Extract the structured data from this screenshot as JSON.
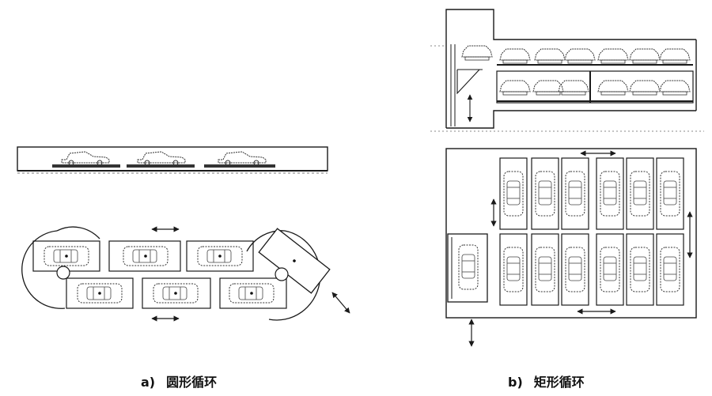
{
  "captions": {
    "a_letter": "a)",
    "a_title": "圆形循环",
    "b_letter": "b)",
    "b_title": "矩形循环"
  },
  "colors": {
    "ink": "#1a1a1a",
    "dotted": "#555555"
  }
}
